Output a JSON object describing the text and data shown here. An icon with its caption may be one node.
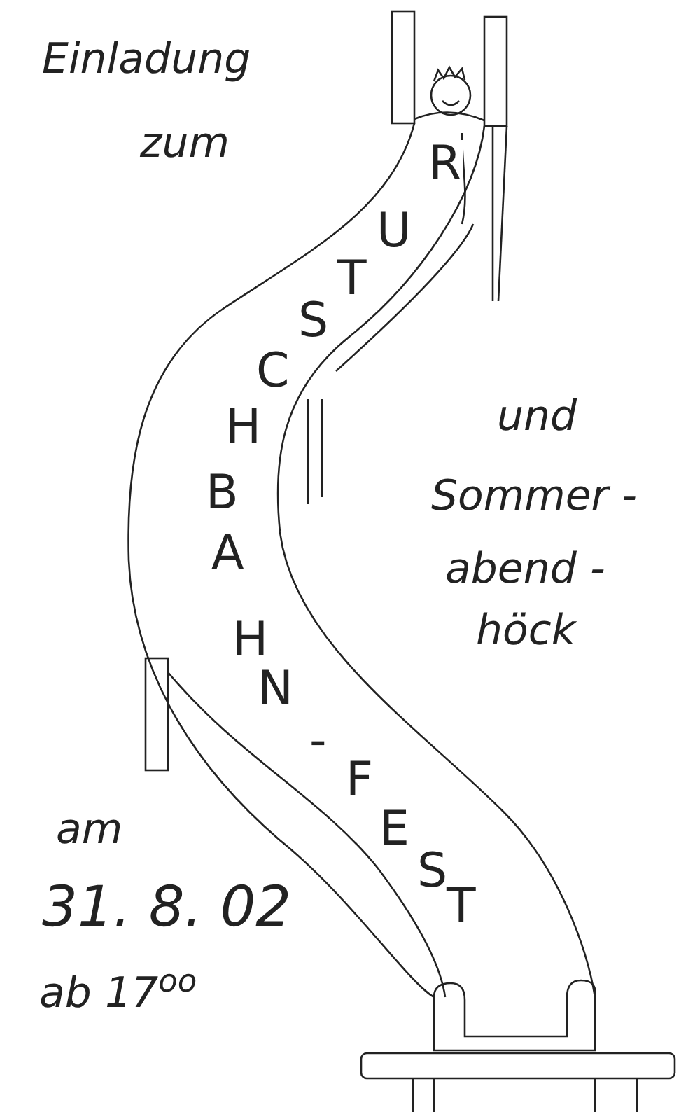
{
  "diagram": {
    "labels": [
      "Einladung",
      "zum",
      "RUTSCHBAHN-FEST",
      "und",
      "Sommer -",
      "abend -",
      "höck",
      "am",
      "31. 8. 02",
      "ab 17$^{oo}$"
    ]
  }
}
